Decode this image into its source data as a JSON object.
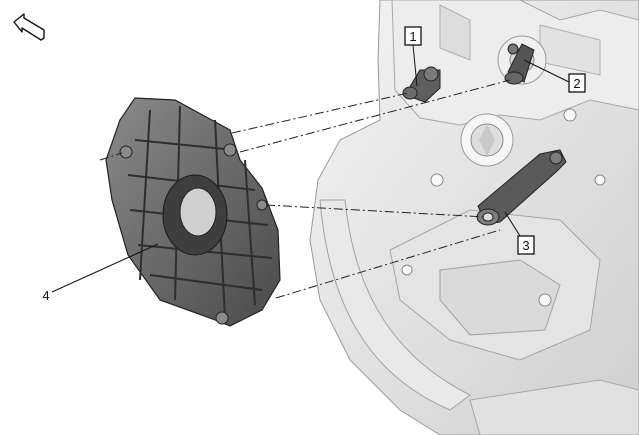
{
  "callouts": [
    {
      "id": "1",
      "label": "1"
    },
    {
      "id": "2",
      "label": "2"
    },
    {
      "id": "3",
      "label": "3"
    },
    {
      "id": "4",
      "label": "4"
    }
  ],
  "icons": {
    "direction": "front-direction-arrow-icon"
  },
  "colors": {
    "part_dark": "#6b6b6b",
    "engine_light": "#e6e6e6",
    "line": "#111111"
  }
}
